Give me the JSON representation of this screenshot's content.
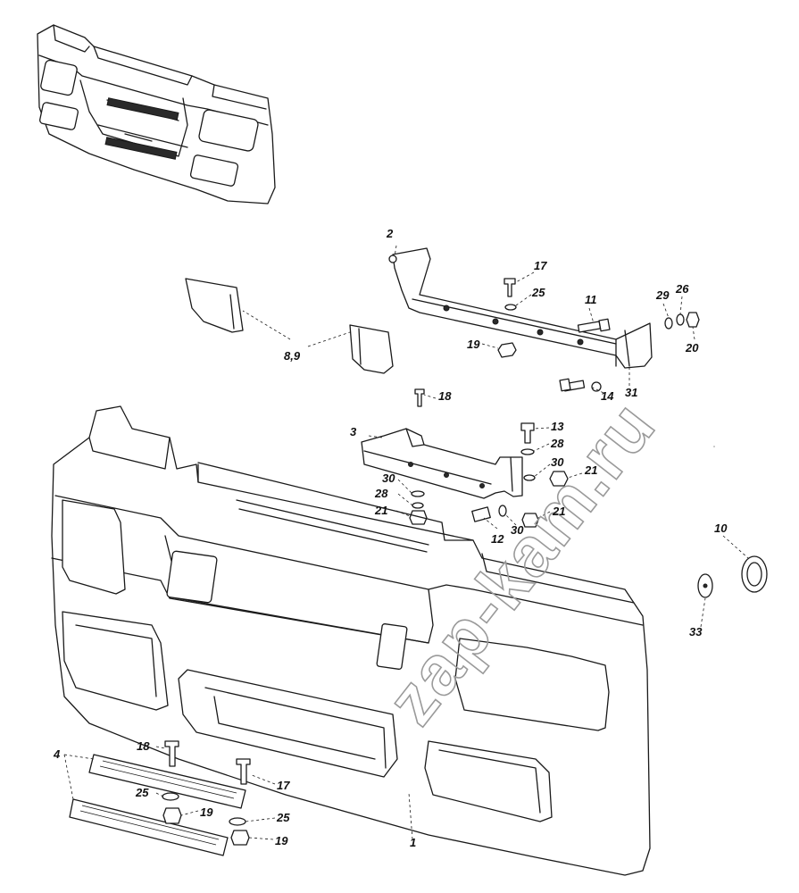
{
  "watermark": "zap-kam.ru",
  "callouts": [
    {
      "id": "c-2",
      "text": "2"
    },
    {
      "id": "c-17a",
      "text": "17"
    },
    {
      "id": "c-25a",
      "text": "25"
    },
    {
      "id": "c-11",
      "text": "11"
    },
    {
      "id": "c-29",
      "text": "29"
    },
    {
      "id": "c-26",
      "text": "26"
    },
    {
      "id": "c-20",
      "text": "20"
    },
    {
      "id": "c-19a",
      "text": "19"
    },
    {
      "id": "c-14",
      "text": "14"
    },
    {
      "id": "c-31",
      "text": "31"
    },
    {
      "id": "c-8-9",
      "text": "8,9"
    },
    {
      "id": "c-18a",
      "text": "18"
    },
    {
      "id": "c-13",
      "text": "13"
    },
    {
      "id": "c-3",
      "text": "3"
    },
    {
      "id": "c-28a",
      "text": "28"
    },
    {
      "id": "c-30a",
      "text": "30"
    },
    {
      "id": "c-21a",
      "text": "21"
    },
    {
      "id": "c-30b",
      "text": "30"
    },
    {
      "id": "c-28b",
      "text": "28"
    },
    {
      "id": "c-21b",
      "text": "21"
    },
    {
      "id": "c-21c",
      "text": "21"
    },
    {
      "id": "c-12",
      "text": "12"
    },
    {
      "id": "c-30c",
      "text": "30"
    },
    {
      "id": "c-10",
      "text": "10"
    },
    {
      "id": "c-33",
      "text": "33"
    },
    {
      "id": "c-18b",
      "text": "18"
    },
    {
      "id": "c-4",
      "text": "4"
    },
    {
      "id": "c-17b",
      "text": "17"
    },
    {
      "id": "c-25b",
      "text": "25"
    },
    {
      "id": "c-19b",
      "text": "19"
    },
    {
      "id": "c-25c",
      "text": "25"
    },
    {
      "id": "c-19c",
      "text": "19"
    },
    {
      "id": "c-1",
      "text": "1"
    }
  ]
}
